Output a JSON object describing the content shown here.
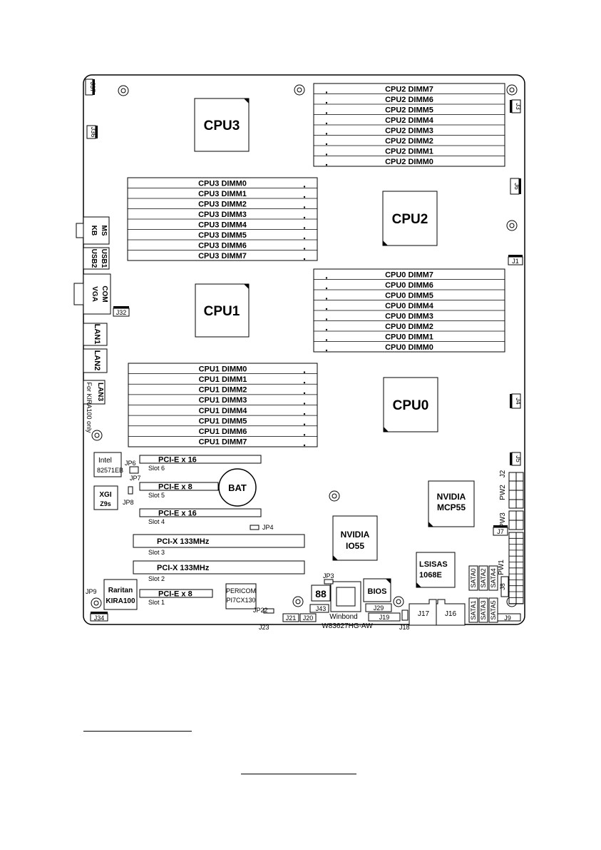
{
  "board": {
    "cpus": [
      {
        "id": "cpu3",
        "label": "CPU3"
      },
      {
        "id": "cpu2",
        "label": "CPU2"
      },
      {
        "id": "cpu1",
        "label": "CPU1"
      },
      {
        "id": "cpu0",
        "label": "CPU0"
      }
    ],
    "dimm_banks": [
      {
        "id": "cpu2",
        "labels": [
          "CPU2 DIMM7",
          "CPU2 DIMM6",
          "CPU2 DIMM5",
          "CPU2 DIMM4",
          "CPU2 DIMM3",
          "CPU2 DIMM2",
          "CPU2 DIMM1",
          "CPU2 DIMM0"
        ]
      },
      {
        "id": "cpu3",
        "labels": [
          "CPU3 DIMM0",
          "CPU3 DIMM1",
          "CPU3 DIMM2",
          "CPU3 DIMM3",
          "CPU3 DIMM4",
          "CPU3 DIMM5",
          "CPU3 DIMM6",
          "CPU3 DIMM7"
        ]
      },
      {
        "id": "cpu0",
        "labels": [
          "CPU0 DIMM7",
          "CPU0 DIMM6",
          "CPU0 DIMM5",
          "CPU0 DIMM4",
          "CPU0 DIMM3",
          "CPU0 DIMM2",
          "CPU0 DIMM1",
          "CPU0 DIMM0"
        ]
      },
      {
        "id": "cpu1",
        "labels": [
          "CPU1 DIMM0",
          "CPU1 DIMM1",
          "CPU1 DIMM2",
          "CPU1 DIMM3",
          "CPU1 DIMM4",
          "CPU1 DIMM5",
          "CPU1 DIMM6",
          "CPU1 DIMM7"
        ]
      }
    ],
    "pci_slots": [
      {
        "label": "PCI-E x 16",
        "slot": "Slot 6"
      },
      {
        "label": "PCI-E x 8",
        "slot": "Slot 5"
      },
      {
        "label": "PCI-E x 16",
        "slot": "Slot 4"
      },
      {
        "label": "PCI-X 133MHz",
        "slot": "Slot 3"
      },
      {
        "label": "PCI-X 133MHz",
        "slot": "Slot 2"
      },
      {
        "label": "PCI-E x 8",
        "slot": "Slot 1"
      }
    ],
    "rear_io": {
      "ms": "MS",
      "kb": "KB",
      "usb1": "USB1",
      "usb2": "USB2",
      "com": "COM",
      "vga": "VGA",
      "lan1": "LAN1",
      "lan2": "LAN2",
      "lan3": "LAN3",
      "lan3_note": "For KIRA100 only"
    },
    "chips": {
      "nvidia_mcp55": [
        "NVIDIA",
        "MCP55"
      ],
      "nvidia_io55": [
        "NVIDIA",
        "IO55"
      ],
      "lsisas": [
        "LSISAS",
        "1068E"
      ],
      "bios": "BIOS",
      "intel": [
        "Intel",
        "82571EB"
      ],
      "xgi": [
        "XGI",
        "Z9s"
      ],
      "raritan": [
        "Raritan",
        "KIRA100"
      ],
      "pericom": [
        "PERICOM",
        "PI7CX130"
      ],
      "winbond": [
        "Winbond",
        "W83627HG-AW"
      ],
      "battery": "BAT",
      "seg_display": "88"
    },
    "jumpers": {
      "j37": "J37",
      "j36": "J36",
      "j3": "J3",
      "j6": "J6",
      "j1": "J1",
      "j32": "J32",
      "j4": "J4",
      "j5": "J5",
      "j2": "J2",
      "pw2": "PW2",
      "pw3": "PW3",
      "j7": "J7",
      "pw1": "PW1",
      "j8": "J8",
      "j9": "J9",
      "jp6": "JP6",
      "jp7": "JP7",
      "jp8": "JP8",
      "jp4": "JP4",
      "jp3": "JP3",
      "jp9": "JP9",
      "j34": "J34",
      "jp22": "JP22",
      "j23": "J23",
      "j21": "J21",
      "j20": "J20",
      "j43": "J43",
      "j29": "J29",
      "j19": "J19",
      "j18": "J18",
      "j17": "J17",
      "j16": "J16"
    },
    "sata": [
      "SATA0",
      "SATA2",
      "SATA4",
      "SATA1",
      "SATA3",
      "SATA5"
    ]
  },
  "colors": {
    "ink": "#000000",
    "board_fill": "#ffffff"
  }
}
